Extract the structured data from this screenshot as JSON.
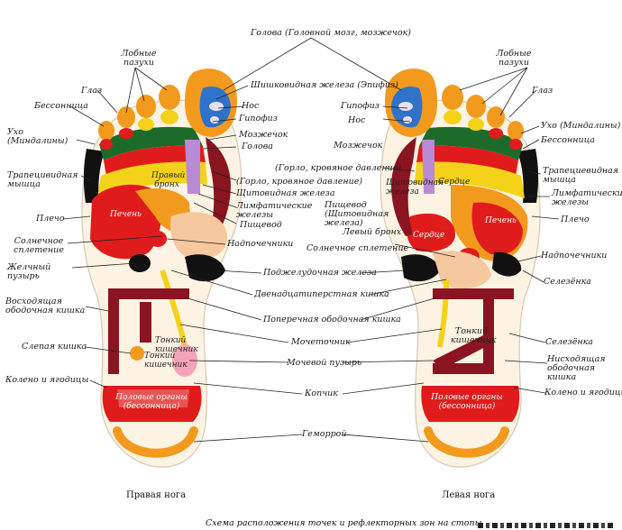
{
  "foot_labels": {
    "right": "Правая нога",
    "left": "Левая нога"
  },
  "caption": "Схема расположения точек и рефлекторных зон на стопы",
  "center_labels": [
    "Голова (Головной мозг, мозжечок)",
    "Шишковидная железа (Эпифиз)",
    "Нос",
    "Гипофиз",
    "Мозжечок",
    "Голова",
    "(Горло, кровяное давление)",
    "Щитовидная железа",
    "Лимфатические железы",
    "Пищевод",
    "Надпочечники",
    "Поджелудочная железа",
    "Двенадцатиперстная кишка",
    "Поперечная ободочная кишка",
    "Мочеточник",
    "Мочевой пузырь",
    "Копчик",
    "Геморрой"
  ],
  "left_side_labels": [
    "Лобные пазухи",
    "Глаз",
    "Бессонница",
    "Ухо (Миндалины)",
    "Трапецивидная мышца",
    "Плечо",
    "Солнечное сплетение",
    "Желчный пузырь",
    "Восходящая ободочная кишка",
    "Слепая кишка",
    "Колено и ягодицы"
  ],
  "right_foot_inner_labels": [
    "Правый бронх",
    "Печень",
    "Тонкий кишечник",
    "Тонкий кишечник",
    "Половые органы (бессонница)"
  ],
  "left_foot_labels": [
    "Лобные пазухи",
    "Гипофиз",
    "Глаз",
    "Нос",
    "Ухо (Миндалины)",
    "Мозжечок",
    "Бессонница",
    "(Горло, кровяное давление)",
    "Трапециевидная мышца",
    "Щитовидная железа",
    "Сердце",
    "Лимфатические железы",
    "Пищевод (Щитовидная железа)",
    "Плечо",
    "Левый бронх",
    "Печень",
    "Сердце",
    "Солнечное сплетение",
    "Надпочечники",
    "Селезёнка",
    "Тонкий кишечник",
    "Селезёнка",
    "Нисходящая ободочная кишка",
    "Колено и ягодицы",
    "Половые органы (бессонница)"
  ],
  "colors": {
    "red": "#e01b1b",
    "orange": "#f29a1e",
    "yellow": "#f4d21a",
    "green": "#1d6b2a",
    "black": "#111111",
    "blue": "#2f73c8",
    "maroon": "#8a1420",
    "purple": "#b98ad6",
    "peach": "#f5c8a0",
    "pink": "#f4a3b8",
    "cream": "#fff2d6"
  }
}
